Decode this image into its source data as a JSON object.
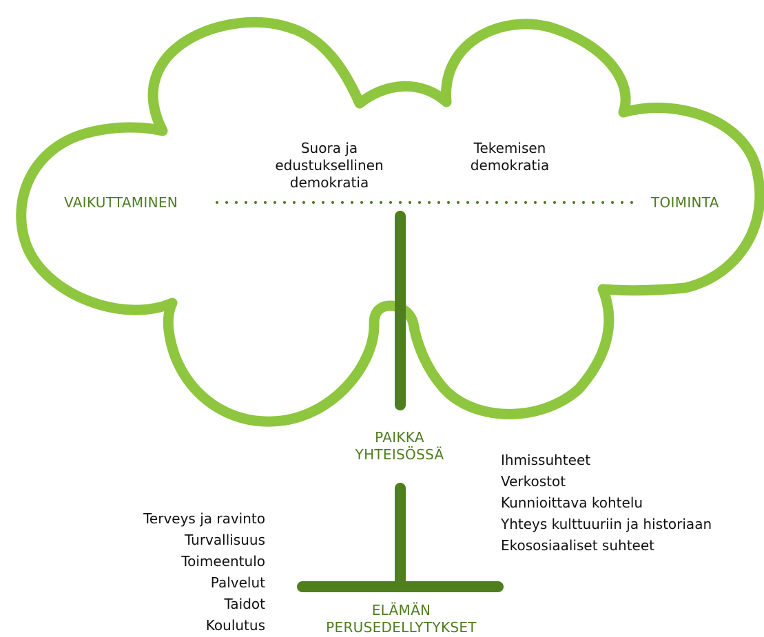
{
  "colors": {
    "cloud_outline": "#8ec63f",
    "tree_trunk": "#4f7f1d",
    "heading_text": "#4d7c1f",
    "body_text": "#111111",
    "background": "#ffffff"
  },
  "axis": {
    "left_label": "VAIKUTTAMINEN",
    "right_label": "TOIMINTA"
  },
  "cloud": {
    "left_text": [
      "Suora ja",
      "edustuksellinen",
      "demokratia"
    ],
    "right_text": [
      "Tekemisen",
      "demokratia"
    ]
  },
  "middle": {
    "heading": [
      "PAIKKA",
      "YHTEISÖSSÄ"
    ],
    "items": [
      "Ihmissuhteet",
      "Verkostot",
      "Kunnioittava kohtelu",
      "Yhteys kulttuuriin ja historiaan",
      "Ekososiaaliset suhteet"
    ]
  },
  "base": {
    "heading": [
      "ELÄMÄN",
      "PERUSEDELLYTYKSET"
    ],
    "items": [
      "Terveys ja ravinto",
      "Turvallisuus",
      "Toimeentulo",
      "Palvelut",
      "Taidot",
      "Koulutus"
    ]
  }
}
